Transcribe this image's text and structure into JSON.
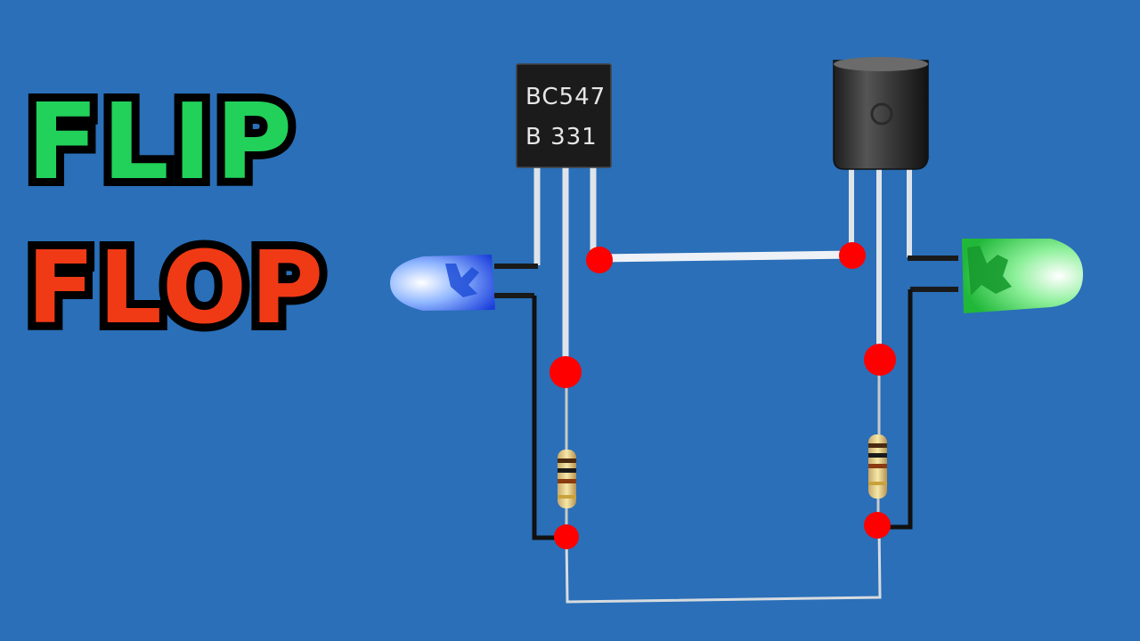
{
  "title": {
    "line1": "FLIP",
    "line2": "FLOP",
    "line1_color": "#22d15a",
    "line2_color": "#f03a16",
    "outline_color": "#000000"
  },
  "transistor_left": {
    "marking_line1": "BC547",
    "marking_line2": "B 331"
  },
  "colors": {
    "background": "#2a6fb8",
    "wire_white": "#e9eef5",
    "wire_black": "#111111",
    "junction": "#ff0000",
    "led_left": "blue",
    "led_right": "green"
  }
}
